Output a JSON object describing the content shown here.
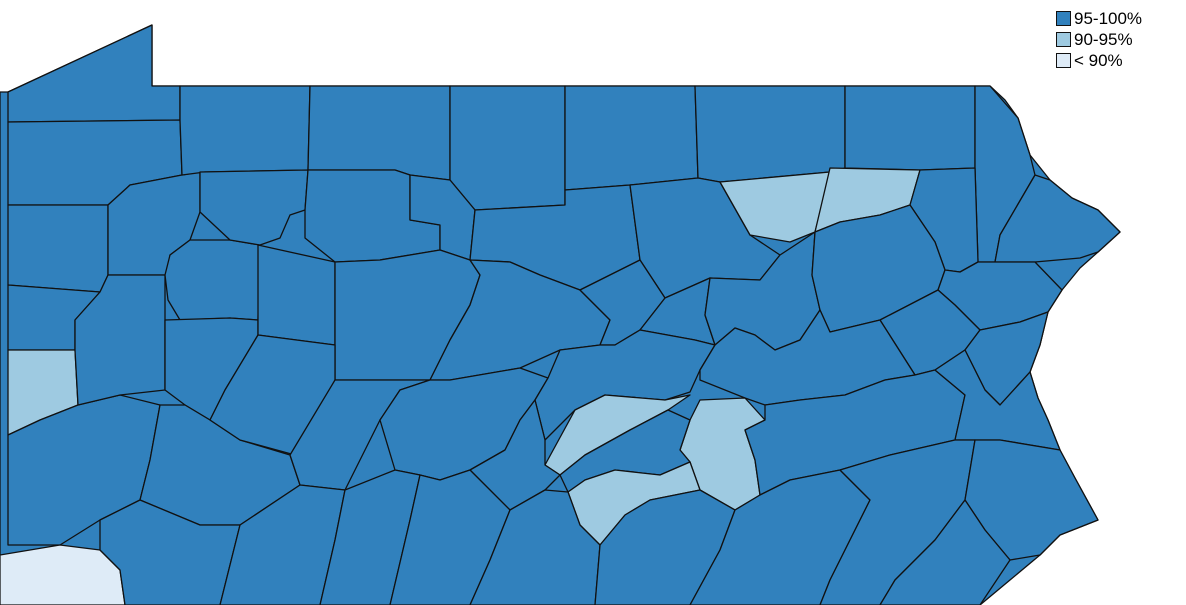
{
  "legend": {
    "items": [
      {
        "label": "95-100%",
        "color": "#3181bd"
      },
      {
        "label": "90-95%",
        "color": "#9ecae1"
      },
      {
        "label": "< 90%",
        "color": "#deebf7"
      }
    ]
  },
  "colors": {
    "high": "#3181bd",
    "mid": "#9ecae1",
    "low": "#deebf7",
    "border": "#111111",
    "background": "#ffffff"
  }
}
